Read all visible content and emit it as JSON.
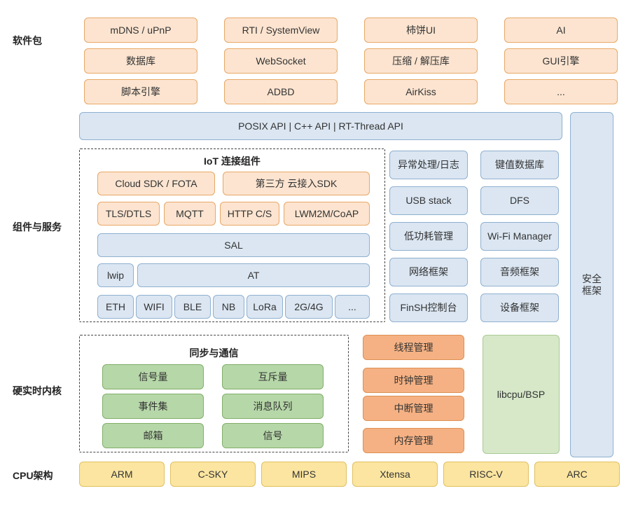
{
  "rows": [
    {
      "label": "软件包"
    },
    {
      "label": "组件与服务"
    },
    {
      "label": "硬实时内核"
    },
    {
      "label": "CPU架构"
    }
  ],
  "packages": [
    {
      "label": "mDNS / uPnP"
    },
    {
      "label": "RTI / SystemView"
    },
    {
      "label": "柿饼UI"
    },
    {
      "label": "AI"
    },
    {
      "label": "数据库"
    },
    {
      "label": "WebSocket"
    },
    {
      "label": "压缩 / 解压库"
    },
    {
      "label": "GUI引擎"
    },
    {
      "label": "脚本引擎"
    },
    {
      "label": "ADBD"
    },
    {
      "label": "AirKiss"
    },
    {
      "label": "..."
    }
  ],
  "api_bar": {
    "label": "POSIX API  |  C++ API  |  RT-Thread API"
  },
  "security": {
    "label": "安全\n框架"
  },
  "iot": {
    "title": "IoT 连接组件",
    "row1": [
      {
        "label": "Cloud SDK / FOTA"
      },
      {
        "label": "第三方 云接入SDK"
      }
    ],
    "row2": [
      {
        "label": "TLS/DTLS"
      },
      {
        "label": "MQTT"
      },
      {
        "label": "HTTP C/S"
      },
      {
        "label": "LWM2M/CoAP"
      }
    ],
    "sal": {
      "label": "SAL"
    },
    "row4": [
      {
        "label": "lwip"
      },
      {
        "label": "AT"
      }
    ],
    "row5": [
      {
        "label": "ETH"
      },
      {
        "label": "WIFI"
      },
      {
        "label": "BLE"
      },
      {
        "label": "NB"
      },
      {
        "label": "LoRa"
      },
      {
        "label": "2G/4G"
      },
      {
        "label": "..."
      }
    ]
  },
  "services": [
    {
      "label": "异常处理/日志"
    },
    {
      "label": "键值数据库"
    },
    {
      "label": "USB stack"
    },
    {
      "label": "DFS"
    },
    {
      "label": "低功耗管理"
    },
    {
      "label": "Wi-Fi Manager"
    },
    {
      "label": "网络框架"
    },
    {
      "label": "音频框架"
    },
    {
      "label": "FinSH控制台"
    },
    {
      "label": "设备框架"
    }
  ],
  "kernel": {
    "title": "同步与通信",
    "sync_items": [
      {
        "label": "信号量"
      },
      {
        "label": "互斥量"
      },
      {
        "label": "事件集"
      },
      {
        "label": "消息队列"
      },
      {
        "label": "邮箱"
      },
      {
        "label": "信号"
      }
    ],
    "managers": [
      {
        "label": "线程管理"
      },
      {
        "label": "时钟管理"
      },
      {
        "label": "中断管理"
      },
      {
        "label": "内存管理"
      }
    ],
    "libcpu": {
      "label": "libcpu/BSP"
    }
  },
  "cpu": [
    {
      "label": "ARM"
    },
    {
      "label": "C-SKY"
    },
    {
      "label": "MIPS"
    },
    {
      "label": "Xtensa"
    },
    {
      "label": "RISC-V"
    },
    {
      "label": "ARC"
    }
  ],
  "colors": {
    "orange_fill": "#fce4d0",
    "orange_border": "#e8a866",
    "blue_fill": "#dbe6f2",
    "blue_border": "#8fb0d0",
    "green_fill": "#b6d7a8",
    "yellow_fill": "#fbe5a0",
    "orange2_fill": "#f5b183",
    "green2_fill": "#d6e8c8"
  }
}
